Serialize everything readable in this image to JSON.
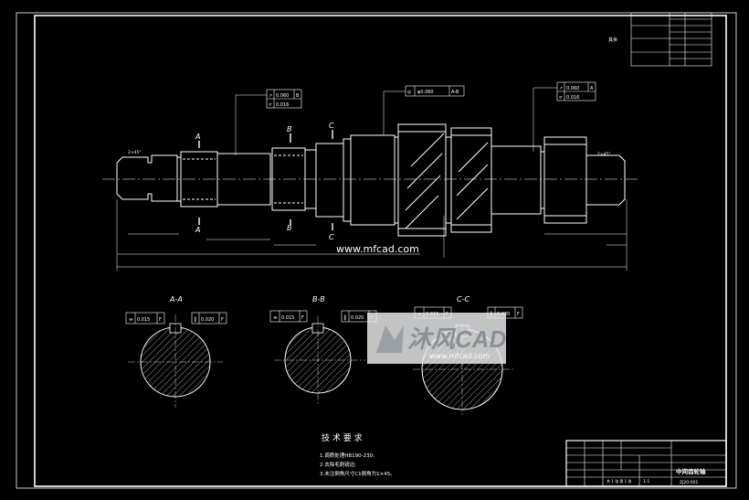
{
  "drawing": {
    "background": "#000000",
    "line_color": "#ffffff",
    "accent_color": "#c8c8c8"
  },
  "watermark": {
    "url_text": "www.mfcad.com",
    "logo_text": "沐风CAD",
    "logo_url": "www.mfcad.com"
  },
  "roughness_note": "其余",
  "main_view": {
    "section_marks": [
      "A",
      "A",
      "B",
      "B",
      "C",
      "C"
    ],
    "chamfer_left": "2×45°",
    "chamfer_right": "2×45°",
    "tolerance_frames": [
      {
        "symbol": "↗",
        "value": "0.060",
        "datum": "B",
        "symbol2": "⌭",
        "value2": "0.016"
      },
      {
        "symbol": "◎",
        "value": "φ0.060",
        "datum": "A-B"
      },
      {
        "symbol": "↗",
        "value": "0.060",
        "datum": "A",
        "symbol2": "⌭",
        "value2": "0.016"
      }
    ]
  },
  "sections": [
    {
      "title": "A-A",
      "sym_tol": "0.015",
      "sym_datum": "F",
      "par_tol": "0.020",
      "par_datum": "F"
    },
    {
      "title": "B-B",
      "sym_tol": "0.015",
      "sym_datum": "F",
      "par_tol": "0.020",
      "par_datum": "F"
    },
    {
      "title": "C-C",
      "sym_tol": "0.015",
      "sym_datum": "F",
      "par_tol": "0.020",
      "par_datum": "F"
    }
  ],
  "tech_requirements": {
    "title": "技 术 要 求",
    "items": [
      "1.调质处理HB190-230;",
      "2.去除毛刺锐边;",
      "3.未注倒角尺寸C1倒角为1×45。"
    ]
  },
  "title_block": {
    "company": "中间齿轮轴",
    "drawing_no": "ZJ20-001",
    "scale_text": "1:1",
    "sheet_text": "共 1 张 第 1 张"
  }
}
